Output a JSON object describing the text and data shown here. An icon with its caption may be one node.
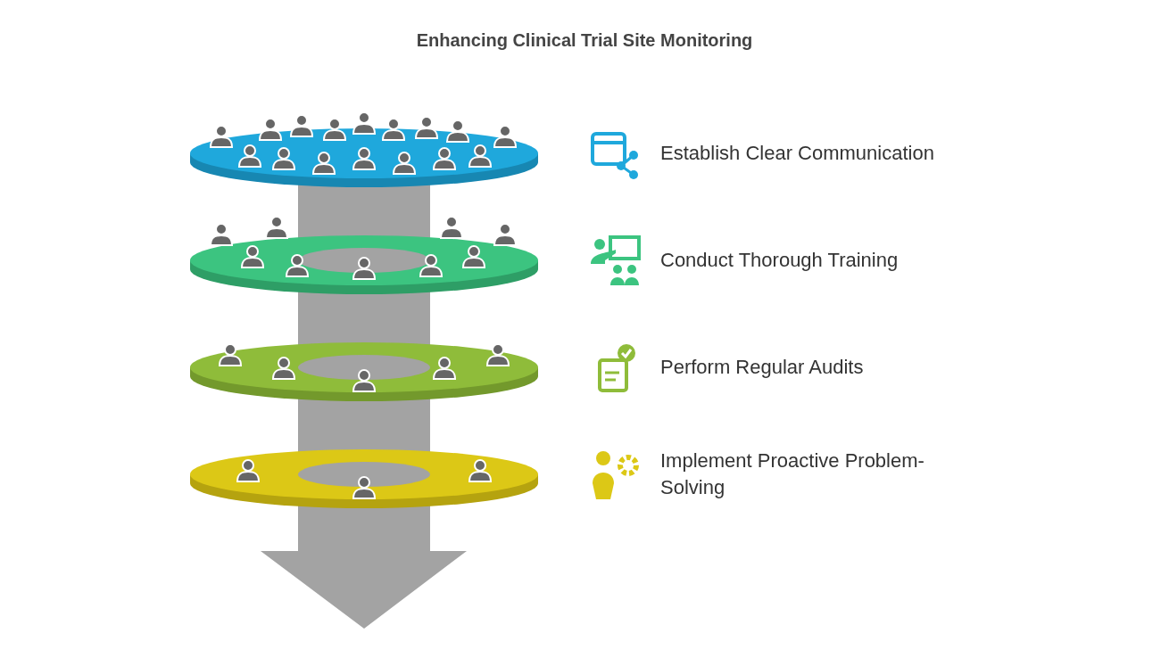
{
  "diagram": {
    "title": "Enhancing Clinical Trial Site Monitoring",
    "nodes": [
      {
        "text": [],
        "shape": "disc"
      },
      {
        "text": [],
        "shape": "disc"
      },
      {
        "text": [],
        "shape": "disc"
      },
      {
        "text": [],
        "shape": "disc"
      }
    ],
    "labels": [
      "Establish Clear Communication",
      "Conduct Thorough Training",
      "Perform Regular Audits",
      "Implement Proactive Problem-Solving"
    ]
  }
}
